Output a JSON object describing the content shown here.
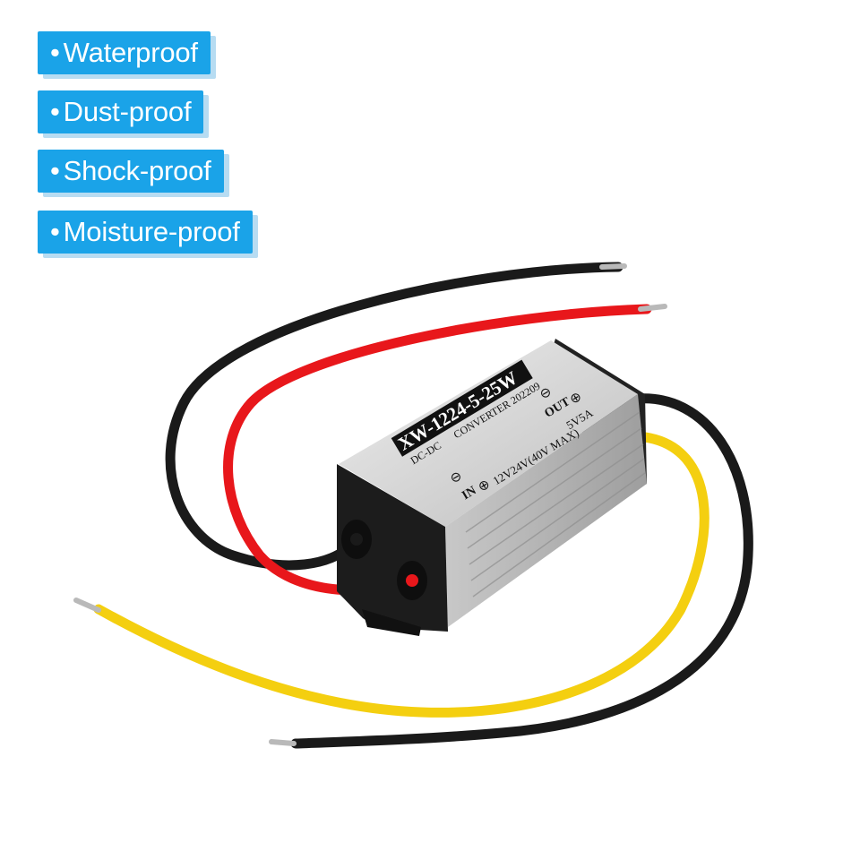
{
  "features": [
    {
      "label": "Waterproof"
    },
    {
      "label": "Dust-proof"
    },
    {
      "label": "Shock-proof"
    },
    {
      "label": "Moisture-proof"
    }
  ],
  "bullet": "•",
  "colors": {
    "badge_bg": "#1aa3e8",
    "badge_shadow": "#b7dcf2",
    "wire_black": "#1a1a1a",
    "wire_red": "#e8171b",
    "wire_yellow": "#f4cf10",
    "housing": "#d9d9d9",
    "endcap": "#1c1c1c"
  },
  "product": {
    "model": "XW-1224-5-25W",
    "type_label": "DC-DC",
    "converter_label": "CONVERTER 202209",
    "input_label": "IN",
    "input_spec": "12V24V(40V MAX)",
    "output_label": "OUT",
    "output_spec": "5V5A",
    "minus_symbol": "⊖",
    "plus_symbol": "⊕"
  }
}
